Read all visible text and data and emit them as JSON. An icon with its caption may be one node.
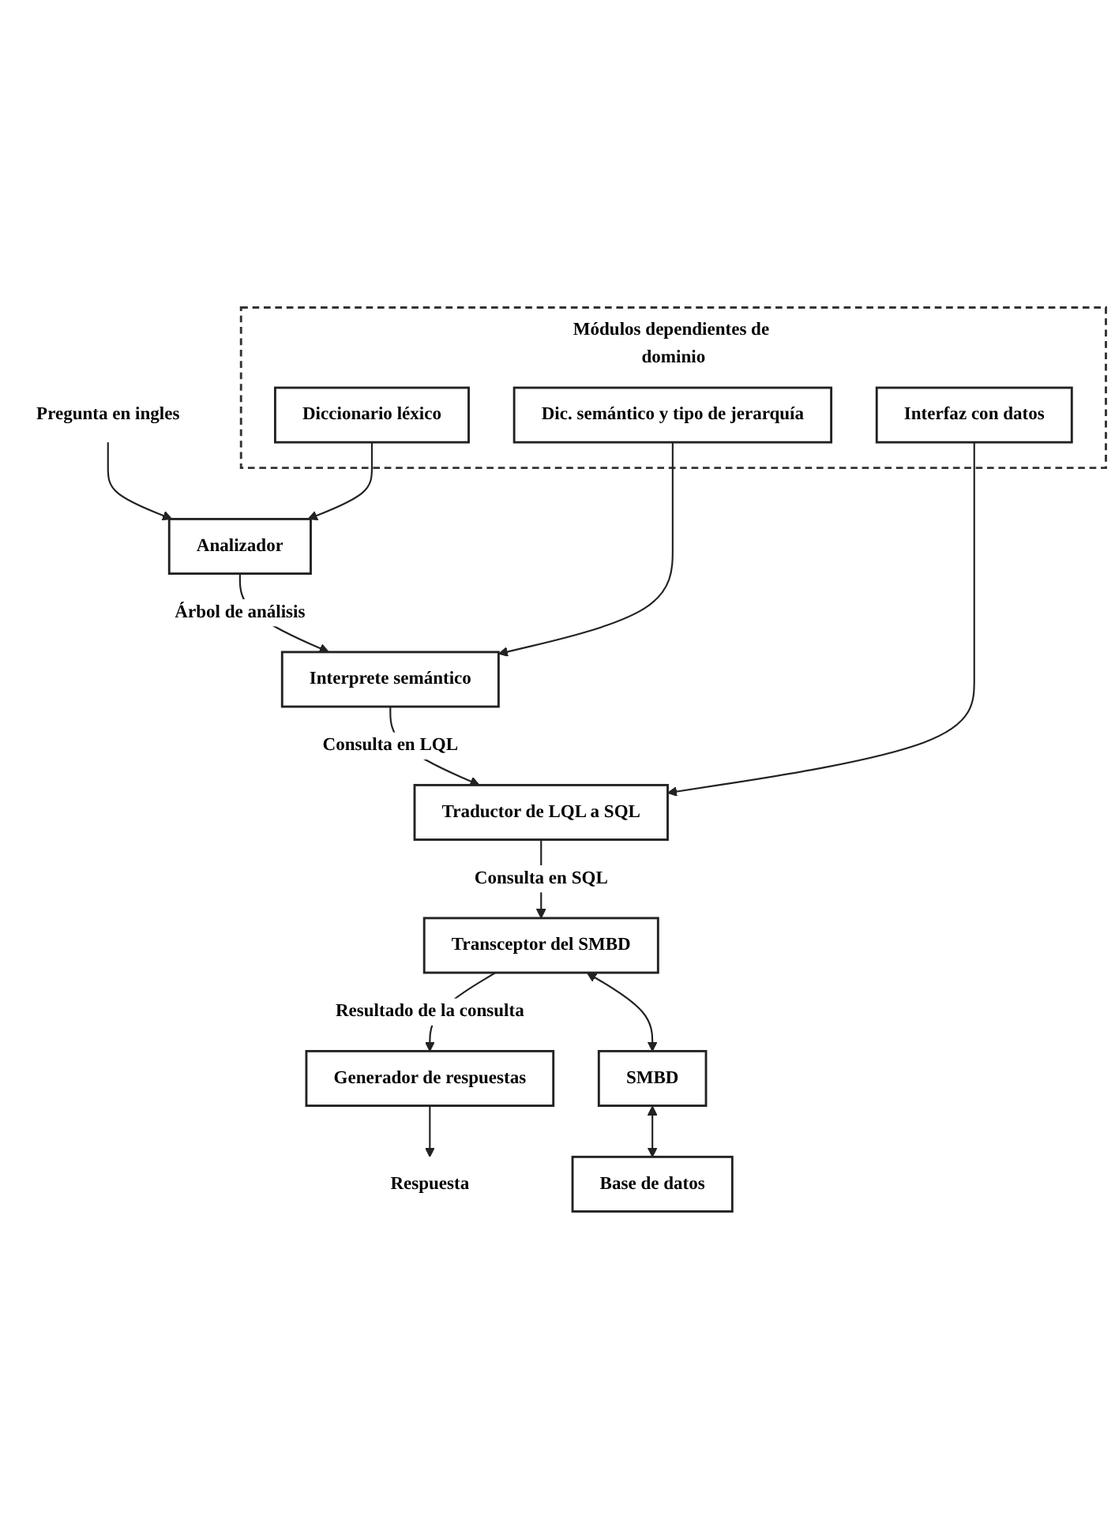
{
  "diagram": {
    "nodes": [
      {
        "text": [
          "Pregunta en ingles"
        ]
      },
      {
        "text": [
          "Analizador"
        ]
      },
      {
        "text": [
          "Interprete semántico"
        ]
      },
      {
        "text": [
          "Traductor de LQL a SQL"
        ]
      },
      {
        "text": [
          "Transceptor del SMBD"
        ]
      },
      {
        "text": [
          "Generador de respuestas"
        ]
      },
      {
        "text": [
          "Respuesta"
        ]
      },
      {
        "text": [
          "Módulos dependientes de dominio"
        ]
      },
      {
        "text": [
          "Diccionario léxico"
        ],
        "in": 7
      },
      {
        "text": [
          "Dic. semántico y tipo de jerarquía"
        ],
        "in": 7
      },
      {
        "text": [
          "Interfaz con datos"
        ],
        "in": 7
      },
      {
        "text": [
          "SMBD"
        ]
      },
      {
        "text": [
          "Base de datos"
        ]
      }
    ],
    "edges": [
      {
        "from": 0,
        "to": 1,
        "arrow": "to"
      },
      {
        "from": 1,
        "to": 2,
        "arrow": "to",
        "label": "Árbol de análisis"
      },
      {
        "from": 2,
        "to": 3,
        "arrow": "to",
        "label": "Consulta en LQL"
      },
      {
        "from": 3,
        "to": 4,
        "arrow": "to",
        "label": "Consulta en SQL"
      },
      {
        "from": 4,
        "to": 5,
        "arrow": "to",
        "label": "Resultado de la consulta"
      },
      {
        "from": 5,
        "to": 6,
        "arrow": "to"
      },
      {
        "from": 8,
        "to": 1,
        "arrow": "to"
      },
      {
        "from": 9,
        "to": 2,
        "arrow": "to"
      },
      {
        "from": 10,
        "to": 3,
        "arrow": "to"
      },
      {
        "from": 4,
        "to": 11,
        "arrow": "both"
      },
      {
        "from": 11,
        "to": 12,
        "arrow": "both"
      }
    ]
  }
}
